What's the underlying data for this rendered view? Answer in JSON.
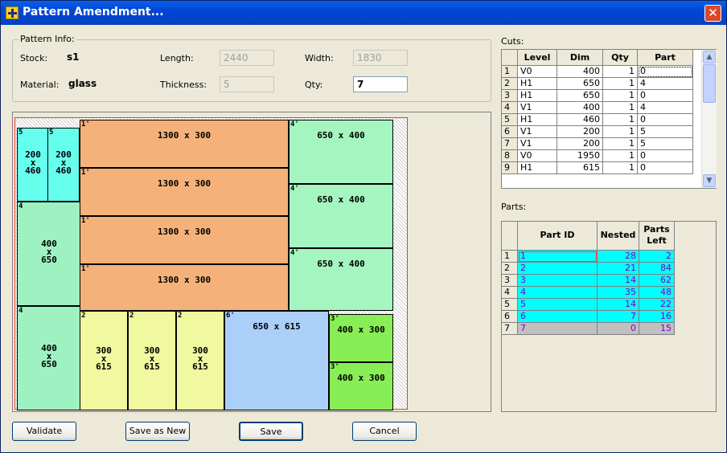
{
  "window": {
    "title": "Pattern Amendment..."
  },
  "pattern_info": {
    "legend": "Pattern Info:",
    "stock_label": "Stock:",
    "stock_value": "s1",
    "length_label": "Length:",
    "length_value": "2440",
    "width_label": "Width:",
    "width_value": "1830",
    "material_label": "Material:",
    "material_value": "glass",
    "thickness_label": "Thickness:",
    "thickness_value": "5",
    "qty_label": "Qty:",
    "qty_value": "7"
  },
  "pieces": [
    {
      "tag": "5",
      "text": "200\nx\n460",
      "color": "#66ffee"
    },
    {
      "tag": "5",
      "text": "200\nx\n460",
      "color": "#66ffee"
    },
    {
      "tag": "4",
      "text": "400\nx\n650",
      "color": "#9ef2c2"
    },
    {
      "tag": "4",
      "text": "400\nx\n650",
      "color": "#9ef2c2"
    },
    {
      "tag": "1'",
      "text": "1300 x 300",
      "color": "#f4b27a"
    },
    {
      "tag": "1'",
      "text": "1300 x 300",
      "color": "#f4b27a"
    },
    {
      "tag": "1'",
      "text": "1300 x 300",
      "color": "#f4b27a"
    },
    {
      "tag": "1'",
      "text": "1300 x 300",
      "color": "#f4b27a"
    },
    {
      "tag": "2",
      "text": "300\nx\n615",
      "color": "#f0f8a0"
    },
    {
      "tag": "2",
      "text": "300\nx\n615",
      "color": "#f0f8a0"
    },
    {
      "tag": "2",
      "text": "300\nx\n615",
      "color": "#f0f8a0"
    },
    {
      "tag": "4'",
      "text": "650 x 400",
      "color": "#a4f5c0"
    },
    {
      "tag": "4'",
      "text": "650 x 400",
      "color": "#a4f5c0"
    },
    {
      "tag": "4'",
      "text": "650 x 400",
      "color": "#a4f5c0"
    },
    {
      "tag": "6'",
      "text": "650 x 615",
      "color": "#aad0fa"
    },
    {
      "tag": "3'",
      "text": "400 x 300",
      "color": "#88ee55"
    },
    {
      "tag": "3'",
      "text": "400 x 300",
      "color": "#88ee55"
    }
  ],
  "cuts": {
    "label": "Cuts:",
    "headers": [
      "Level",
      "Dim",
      "Qty",
      "Part"
    ],
    "rows": [
      [
        "1",
        "V0",
        "400",
        "1",
        "0"
      ],
      [
        "2",
        "H1",
        "650",
        "1",
        "4"
      ],
      [
        "3",
        "H1",
        "650",
        "1",
        "0"
      ],
      [
        "4",
        "V1",
        "400",
        "1",
        "4"
      ],
      [
        "5",
        "H1",
        "460",
        "1",
        "0"
      ],
      [
        "6",
        "V1",
        "200",
        "1",
        "5"
      ],
      [
        "7",
        "V1",
        "200",
        "1",
        "5"
      ],
      [
        "8",
        "V0",
        "1950",
        "1",
        "0"
      ],
      [
        "9",
        "H1",
        "615",
        "1",
        "0"
      ]
    ]
  },
  "parts": {
    "label": "Parts:",
    "headers": [
      "Part ID",
      "Nested",
      "Parts\nLeft"
    ],
    "rows": [
      [
        "1",
        "1",
        "28",
        "2"
      ],
      [
        "2",
        "2",
        "21",
        "84"
      ],
      [
        "3",
        "3",
        "14",
        "62"
      ],
      [
        "4",
        "4",
        "35",
        "48"
      ],
      [
        "5",
        "5",
        "14",
        "22"
      ],
      [
        "6",
        "6",
        "7",
        "16"
      ],
      [
        "7",
        "7",
        "0",
        "15"
      ]
    ],
    "row_colors": [
      "#00ffff",
      "#00ffff",
      "#00ffff",
      "#00ffff",
      "#00ffff",
      "#00ffff",
      "#c0c0c0"
    ],
    "text_color": "#8000c0"
  },
  "buttons": {
    "validate": "Validate",
    "save_as_new": "Save as New",
    "save": "Save",
    "cancel": "Cancel"
  },
  "colors": {
    "stock_border": "#ff3333",
    "titlebar": "#0046d5",
    "close": "#d9492a"
  }
}
